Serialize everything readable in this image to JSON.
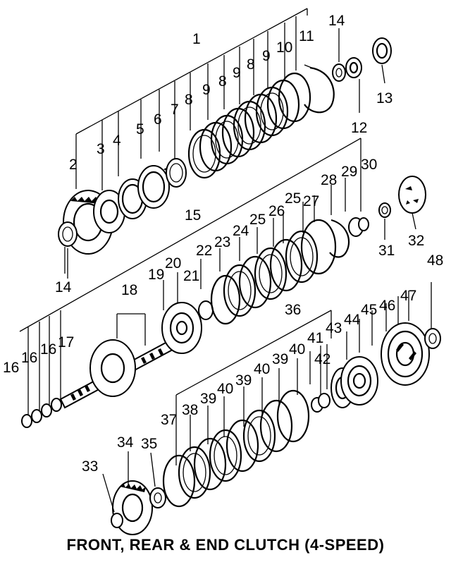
{
  "caption": "FRONT, REAR & END CLUTCH (4-SPEED)",
  "callouts": {
    "c1": "1",
    "c2": "2",
    "c3": "3",
    "c4": "4",
    "c5": "5",
    "c6": "6",
    "c7": "7",
    "c8a": "8",
    "c8b": "8",
    "c8c": "8",
    "c9a": "9",
    "c9b": "9",
    "c9c": "9",
    "c10": "10",
    "c11": "11",
    "c12": "12",
    "c13": "13",
    "c14a": "14",
    "c14b": "14",
    "c15": "15",
    "c16a": "16",
    "c16b": "16",
    "c16c": "16",
    "c17": "17",
    "c18": "18",
    "c19": "19",
    "c20": "20",
    "c21": "21",
    "c22": "22",
    "c23": "23",
    "c24": "24",
    "c25a": "25",
    "c25b": "25",
    "c26": "26",
    "c27": "27",
    "c28": "28",
    "c29": "29",
    "c30": "30",
    "c31": "31",
    "c32": "32",
    "c33": "33",
    "c34": "34",
    "c35": "35",
    "c36": "36",
    "c37": "37",
    "c38": "38",
    "c39a": "39",
    "c39b": "39",
    "c39c": "39",
    "c40a": "40",
    "c40b": "40",
    "c40c": "40",
    "c41": "41",
    "c42": "42",
    "c43": "43",
    "c44": "44",
    "c45": "45",
    "c46": "46",
    "c47": "47",
    "c48": "48"
  }
}
